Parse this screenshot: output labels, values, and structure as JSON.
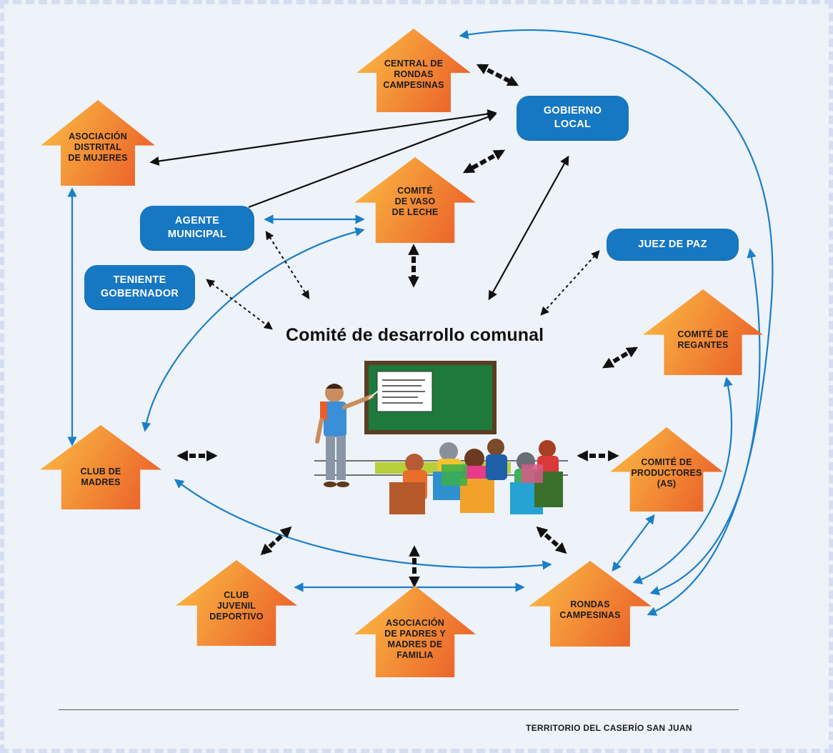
{
  "diagram": {
    "title": "Comité de desarrollo comunal",
    "footer": "TERRITORIO DEL CASERÍO SAN JUAN",
    "colors": {
      "house_light": "#fbb33a",
      "house_dark": "#ed6a2c",
      "pill": "#1677c2",
      "arrow_blue": "#1a7fc8",
      "arrow_black": "#111111",
      "background": "#eef2f9"
    },
    "organizations": {
      "central_rondas": [
        "CENTRAL DE",
        "RONDAS",
        "CAMPESINAS"
      ],
      "asociacion_mujeres": [
        "ASOCIACIÓN",
        "DISTRITAL",
        "DE MUJERES"
      ],
      "vaso_leche": [
        "COMITÉ",
        "DE VASO",
        "DE LECHE"
      ],
      "regantes": [
        "COMITÉ DE",
        "REGANTES"
      ],
      "club_madres": [
        "CLUB DE",
        "MADRES"
      ],
      "productores": [
        "COMITÉ DE",
        "PRODUCTORES",
        "(AS)"
      ],
      "club_juvenil": [
        "CLUB",
        "JUVENIL",
        "DEPORTIVO"
      ],
      "padres_familia": [
        "ASOCIACIÓN",
        "DE PADRES Y",
        "MADRES DE",
        "FAMILIA"
      ],
      "rondas": [
        "RONDAS",
        "CAMPESINAS"
      ]
    },
    "authorities": {
      "gobierno_local": [
        "GOBIERNO",
        "LOCAL"
      ],
      "agente_municipal": [
        "AGENTE",
        "MUNICIPAL"
      ],
      "teniente_gobernador": [
        "TENIENTE",
        "GOBERNADOR"
      ],
      "juez_paz": [
        "JUEZ DE PAZ"
      ]
    }
  }
}
